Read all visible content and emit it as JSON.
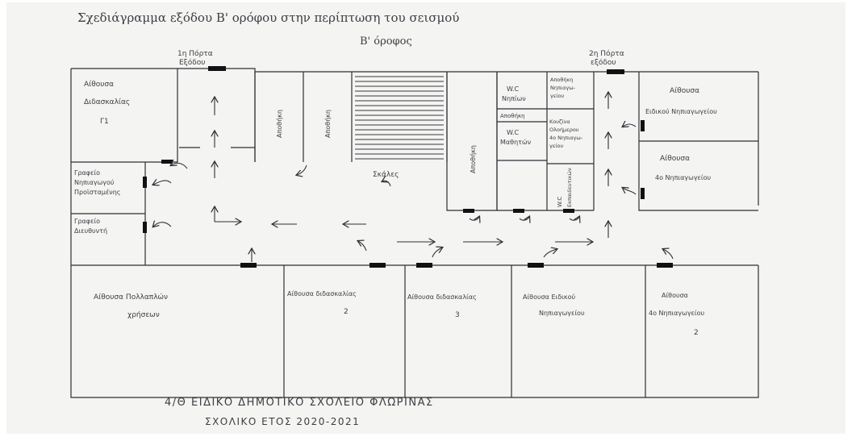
{
  "heading": "Σχεδιάγραμμα εξόδου Β' ορόφου στην περίπτωση του σεισμού",
  "floor_label": "Β' όροφος",
  "exits": {
    "first": [
      "1η Πόρτα",
      "Εξόδου"
    ],
    "second": [
      "2η Πόρτα",
      "εξόδου"
    ]
  },
  "rooms": {
    "class_g1": [
      "Αίθουσα",
      "Διδασκαλίας",
      "Γ1"
    ],
    "office_director": [
      "Γραφείο",
      "Νηπιαγωγού",
      "Προϊσταμένης"
    ],
    "office_head": [
      "Γραφείο",
      "Διευθυντή"
    ],
    "storage_1": "Αποθήκη",
    "storage_2": "Αποθήκη",
    "stairs": "Σκάλες",
    "storage_3": "Αποθήκη",
    "wc_kinder": [
      "W.C",
      "Νηπίων"
    ],
    "storage_kinder": [
      "Αποθήκη",
      "Νηπιαγω-",
      "γείου"
    ],
    "storage_4": "Αποθήκη",
    "wc_students": [
      "W.C",
      "Μαθητών"
    ],
    "kitchen": [
      "Κουζίνα",
      "Ολοήμερου",
      "4ο Νηπιαγω-",
      "γείου"
    ],
    "wc_staff": [
      "W.C",
      "Εκπαιδευτικών"
    ],
    "class_special_kinder": [
      "Αίθουσα",
      "Ειδικού Νηπιαγωγείου"
    ],
    "class_kinder_4": [
      "Αίθουσα",
      "4ο Νηπιαγωγείου"
    ],
    "class_multi": [
      "Αίθουσα Πολλαπλών",
      "χρήσεων"
    ],
    "class_2": [
      "Αίθουσα διδασκαλίας",
      "2"
    ],
    "class_3": [
      "Αίθουσα διδασκαλίας",
      "3"
    ],
    "class_special": [
      "Αίθουσα Ειδικού",
      "Νηπιαγωγείου"
    ],
    "class_kinder_4b": [
      "Αίθουσα",
      "4ο Νηπιαγωγείου",
      "2"
    ]
  },
  "footer": [
    "4/Θ ΕΙΔΙΚΟ ΔΗΜΟΤΙΚΟ ΣΧΟΛΕΙΟ ΦΛΩΡΙΝΑΣ",
    "ΣΧΟΛΙΚΟ ΕΤΟΣ 2020-2021"
  ]
}
